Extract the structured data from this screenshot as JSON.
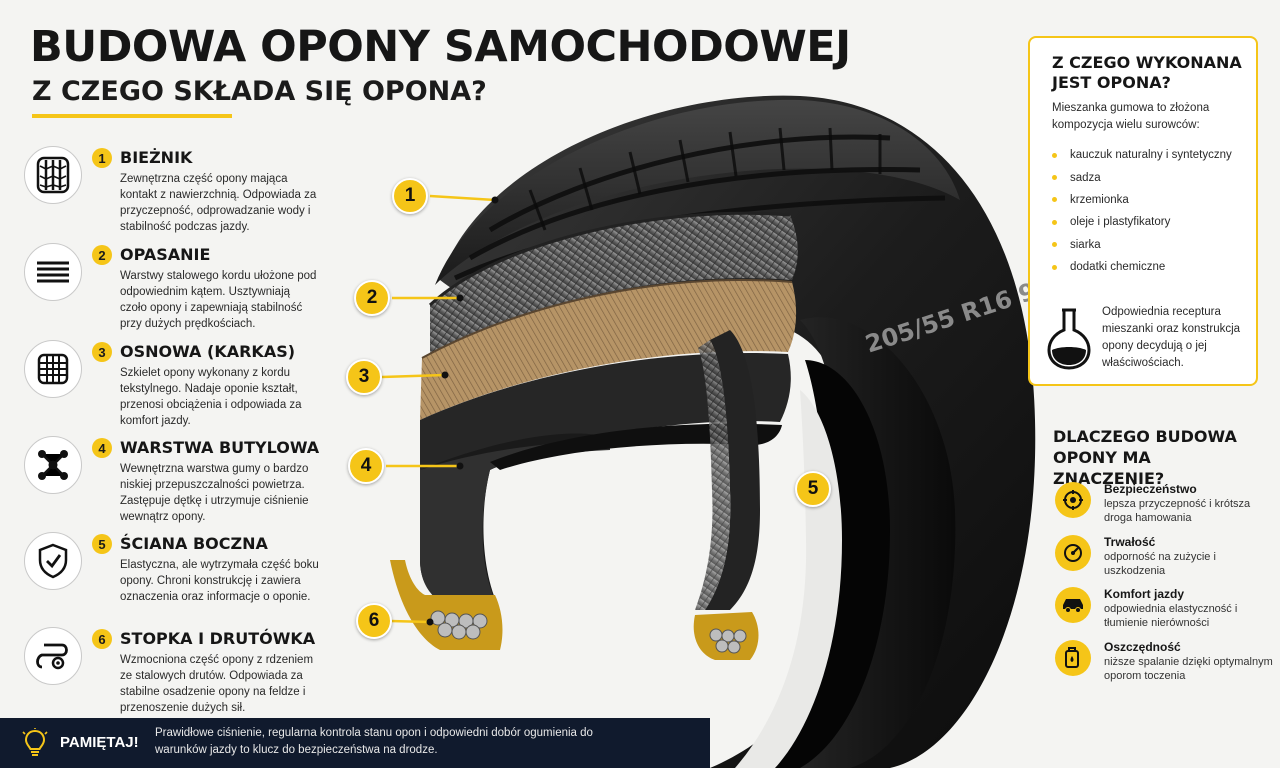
{
  "header": {
    "title": "BUDOWA OPONY SAMOCHODOWEJ",
    "subtitle": "Z CZEGO SKŁADA SIĘ OPONA?"
  },
  "components": [
    {
      "number": "1",
      "title": "BIEŻNIK",
      "description": "Zewnętrzna część opony mająca kontakt z nawierzchnią. Odpowiada za przyczepność, odprowadzanie wody i stabilność podczas jazdy.",
      "icon": "tread-icon"
    },
    {
      "number": "2",
      "title": "OPASANIE",
      "description": "Warstwy stalowego kordu ułożone pod odpowiednim kątem. Usztywniają czoło opony i zapewniają stabilność przy dużych prędkościach.",
      "icon": "belt-icon"
    },
    {
      "number": "3",
      "title": "OSNOWA (KARKAS)",
      "description": "Szkielet opony wykonany z kordu tekstylnego. Nadaje oponie kształt, przenosi obciążenia i odpowiada za komfort jazdy.",
      "icon": "carcass-icon"
    },
    {
      "number": "4",
      "title": "WARSTWA BUTYLOWA",
      "description": "Wewnętrzna warstwa gumy o bardzo niskiej przepuszczalności powietrza. Zastępuje dętkę i utrzymuje ciśnienie wewnątrz opony.",
      "icon": "molecule-icon"
    },
    {
      "number": "5",
      "title": "ŚCIANA BOCZNA",
      "description": "Elastyczna, ale wytrzymała część boku opony. Chroni konstrukcję i zawiera oznaczenia oraz informacje o oponie.",
      "icon": "shield-check-icon"
    },
    {
      "number": "6",
      "title": "STOPKA I DRUTÓWKA",
      "description": "Wzmocniona część opony z rdzeniem ze stalowych drutów. Odpowiada za stabilne osadzenie opony na feldze i przenoszenie dużych sił.",
      "icon": "bead-icon"
    }
  ],
  "tire": {
    "size_marking": "205/55 R16 91V",
    "callouts": [
      "1",
      "2",
      "3",
      "4",
      "5",
      "6"
    ]
  },
  "materials": {
    "title": "Z CZEGO WYKONANA JEST OPONA?",
    "intro": "Mieszanka gumowa to złożona kompozycja wielu surowców:",
    "items": [
      "kauczuk naturalny i syntetyczny",
      "sadza",
      "krzemionka",
      "oleje i plastyfikatory",
      "siarka",
      "dodatki chemiczne"
    ],
    "note": "Odpowiednia receptura mieszanki oraz konstrukcja opony decydują o jej właściwościach."
  },
  "why": {
    "title": "DLACZEGO BUDOWA OPONY MA ZNACZENIE?",
    "items": [
      {
        "title": "Bezpieczeństwo",
        "description": "lepsza przyczepność i krótsza droga hamowania",
        "icon": "safety-icon"
      },
      {
        "title": "Trwałość",
        "description": "odporność na zużycie i uszkodzenia",
        "icon": "durability-icon"
      },
      {
        "title": "Komfort jazdy",
        "description": "odpowiednia elastyczność i tłumienie nierówności",
        "icon": "car-icon"
      },
      {
        "title": "Oszczędność",
        "description": "niższe spalanie dzięki optymalnym oporom toczenia",
        "icon": "fuel-icon"
      }
    ]
  },
  "footer": {
    "label": "PAMIĘTAJ!",
    "text": "Prawidłowe ciśnienie, regularna kontrola stanu opon i odpowiedni dobór ogumienia do warunków jazdy to klucz do bezpieczeństwa na drodze."
  },
  "colors": {
    "accent": "#f5c518",
    "dark": "#161616",
    "footer": "#101a2d"
  }
}
